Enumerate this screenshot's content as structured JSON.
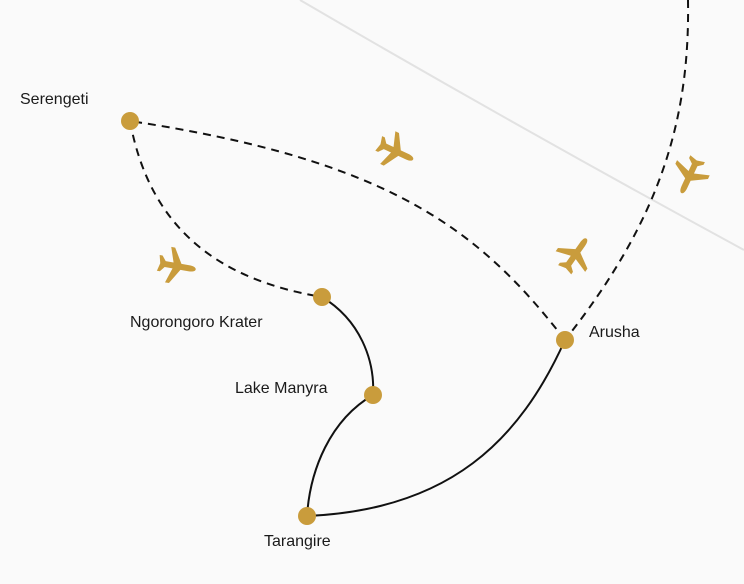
{
  "colors": {
    "accent": "#c99c3c",
    "route": "#111111",
    "border": "#e2e2e2",
    "background": "#fafafa"
  },
  "locations": [
    {
      "id": "serengeti",
      "name": "Serengeti"
    },
    {
      "id": "ngorongoro",
      "name": "Ngorongoro Krater"
    },
    {
      "id": "manyra",
      "name": "Lake Manyra"
    },
    {
      "id": "tarangire",
      "name": "Tarangire"
    },
    {
      "id": "arusha",
      "name": "Arusha"
    }
  ],
  "routes": [
    {
      "from": "arusha",
      "to": "serengeti",
      "mode": "flight"
    },
    {
      "from": "serengeti",
      "to": "ngorongoro",
      "mode": "flight"
    },
    {
      "from": "ngorongoro",
      "to": "manyra",
      "mode": "road"
    },
    {
      "from": "manyra",
      "to": "tarangire",
      "mode": "road"
    },
    {
      "from": "tarangire",
      "to": "arusha",
      "mode": "road"
    },
    {
      "from": "off-map",
      "to": "arusha",
      "mode": "flight"
    }
  ],
  "icons": [
    "airplane-icon",
    "airplane-icon",
    "airplane-icon",
    "airplane-icon"
  ]
}
